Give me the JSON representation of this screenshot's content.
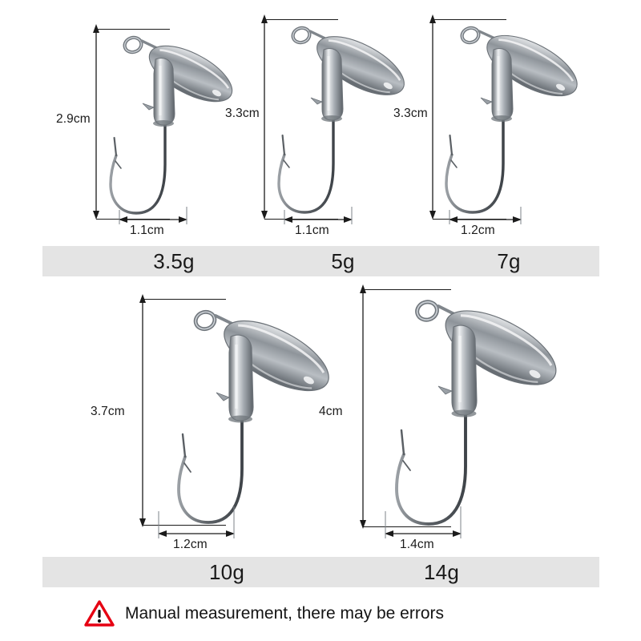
{
  "page": {
    "background_color": "#ffffff",
    "bar_color": "#e4e4e4",
    "text_color": "#1a1a1a",
    "warning_color": "#e60012",
    "metal_light": "#f2f3f4",
    "metal_mid": "#9ea3a8",
    "metal_dark": "#4e5358",
    "hook_color": "#6b6f74"
  },
  "products": [
    {
      "weight_label": "3.5g",
      "height_label": "2.9cm",
      "width_label": "1.1cm",
      "row": 1,
      "column": 1
    },
    {
      "weight_label": "5g",
      "height_label": "3.3cm",
      "width_label": "1.1cm",
      "row": 1,
      "column": 2
    },
    {
      "weight_label": "7g",
      "height_label": "3.3cm",
      "width_label": "1.2cm",
      "row": 1,
      "column": 3
    },
    {
      "weight_label": "10g",
      "height_label": "3.7cm",
      "width_label": "1.2cm",
      "row": 2,
      "column": 1
    },
    {
      "weight_label": "14g",
      "height_label": "4cm",
      "width_label": "1.4cm",
      "row": 2,
      "column": 2
    }
  ],
  "footer": {
    "icon": "warning-triangle-icon",
    "note": "Manual measurement, there may be errors"
  }
}
